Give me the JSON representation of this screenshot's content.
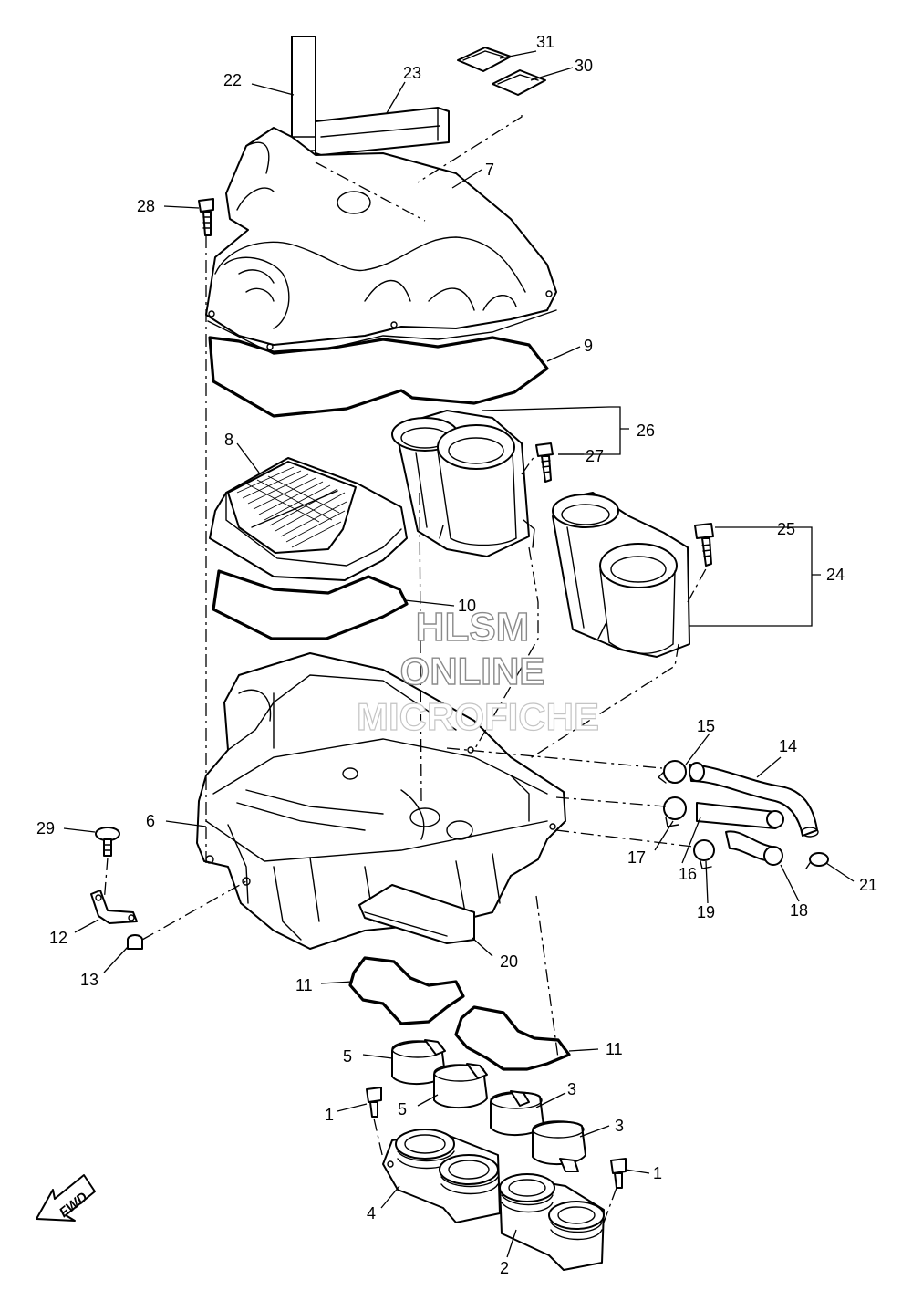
{
  "watermark": {
    "line1": "HLSM",
    "line2": "ONLINE",
    "line3": "MICROFICHE"
  },
  "fwd_label": "FWD",
  "callouts": [
    {
      "id": "c1a",
      "label": "1"
    },
    {
      "id": "c1b",
      "label": "1"
    },
    {
      "id": "c2",
      "label": "2"
    },
    {
      "id": "c3a",
      "label": "3"
    },
    {
      "id": "c3b",
      "label": "3"
    },
    {
      "id": "c4",
      "label": "4"
    },
    {
      "id": "c5a",
      "label": "5"
    },
    {
      "id": "c5b",
      "label": "5"
    },
    {
      "id": "c6",
      "label": "6"
    },
    {
      "id": "c7",
      "label": "7"
    },
    {
      "id": "c8",
      "label": "8"
    },
    {
      "id": "c9",
      "label": "9"
    },
    {
      "id": "c10",
      "label": "10"
    },
    {
      "id": "c11a",
      "label": "11"
    },
    {
      "id": "c11b",
      "label": "11"
    },
    {
      "id": "c12",
      "label": "12"
    },
    {
      "id": "c13",
      "label": "13"
    },
    {
      "id": "c14",
      "label": "14"
    },
    {
      "id": "c15",
      "label": "15"
    },
    {
      "id": "c16",
      "label": "16"
    },
    {
      "id": "c17",
      "label": "17"
    },
    {
      "id": "c18",
      "label": "18"
    },
    {
      "id": "c19",
      "label": "19"
    },
    {
      "id": "c20",
      "label": "20"
    },
    {
      "id": "c21",
      "label": "21"
    },
    {
      "id": "c22",
      "label": "22"
    },
    {
      "id": "c23",
      "label": "23"
    },
    {
      "id": "c24",
      "label": "24"
    },
    {
      "id": "c25",
      "label": "25"
    },
    {
      "id": "c26",
      "label": "26"
    },
    {
      "id": "c27",
      "label": "27"
    },
    {
      "id": "c28",
      "label": "28"
    },
    {
      "id": "c29",
      "label": "29"
    },
    {
      "id": "c30",
      "label": "30"
    },
    {
      "id": "c31",
      "label": "31"
    }
  ]
}
